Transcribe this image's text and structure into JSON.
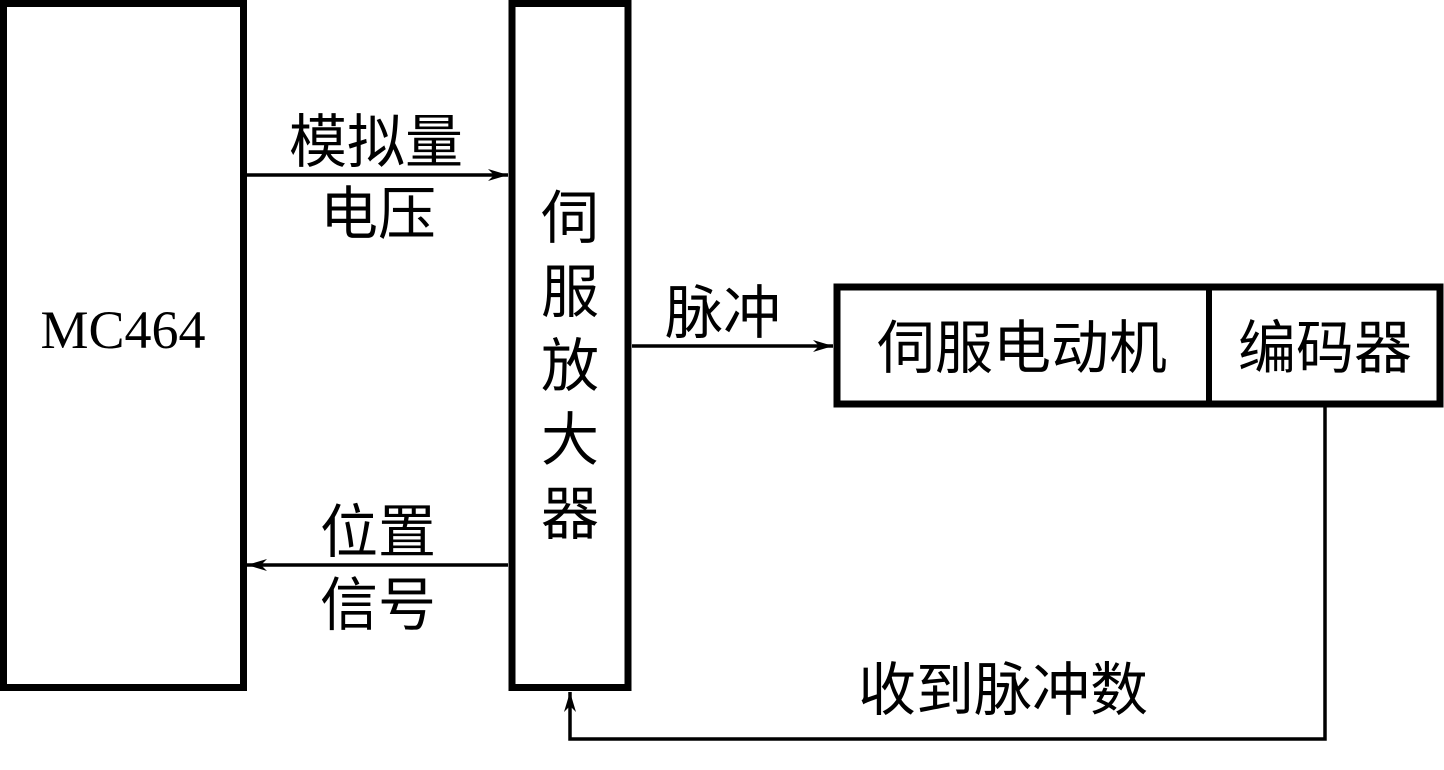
{
  "blocks": {
    "controller": "MC464",
    "amplifier": [
      "伺",
      "服",
      "放",
      "大",
      "器"
    ],
    "motor": "伺服电动机",
    "encoder": "编码器"
  },
  "signals": {
    "analog_voltage": [
      "模拟量",
      "电压"
    ],
    "position_signal": [
      "位置",
      "信号"
    ],
    "pulse": "脉冲",
    "feedback": "收到脉冲数"
  }
}
